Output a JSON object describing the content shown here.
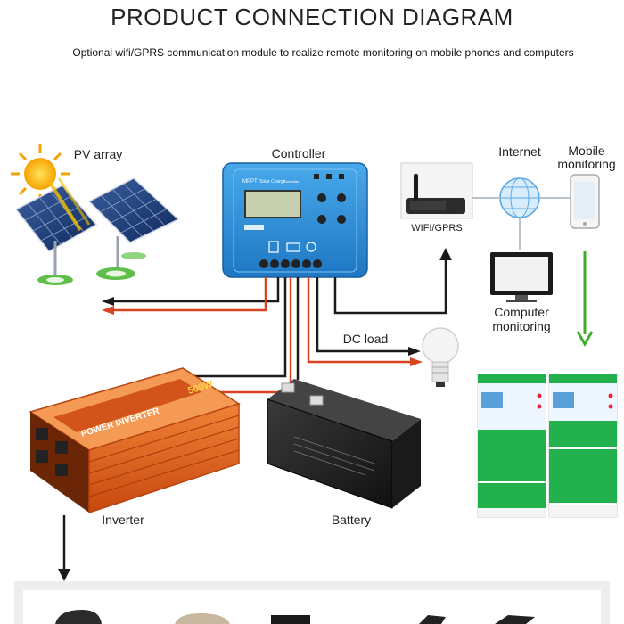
{
  "title": "PRODUCT CONNECTION DIAGRAM",
  "subtitle": "Optional wifi/GPRS communication module to realize remote monitoring on mobile phones and computers",
  "labels": {
    "pv_array": "PV array",
    "controller": "Controller",
    "internet": "Internet",
    "mobile_monitoring_line1": "Mobile",
    "mobile_monitoring_line2": "monitoring",
    "wifi_gprs": "WIFI/GPRS",
    "computer_monitoring_line1": "Computer",
    "computer_monitoring_line2": "monitoring",
    "dc_load": "DC load",
    "inverter": "Inverter",
    "battery": "Battery"
  },
  "controller_face": {
    "brand": "MPPT",
    "mode": "Solar Charge",
    "type": "Controller"
  },
  "inverter_face": {
    "text": "POWER INVERTER",
    "rating": "500W"
  },
  "colors": {
    "controller_blue": "#2f8fd6",
    "wire_red": "#d9431e",
    "wire_black": "#1a1a1a",
    "arrow_green": "#3fae2a",
    "inverter_orange": "#e8651c",
    "app_green": "#22b14c"
  }
}
